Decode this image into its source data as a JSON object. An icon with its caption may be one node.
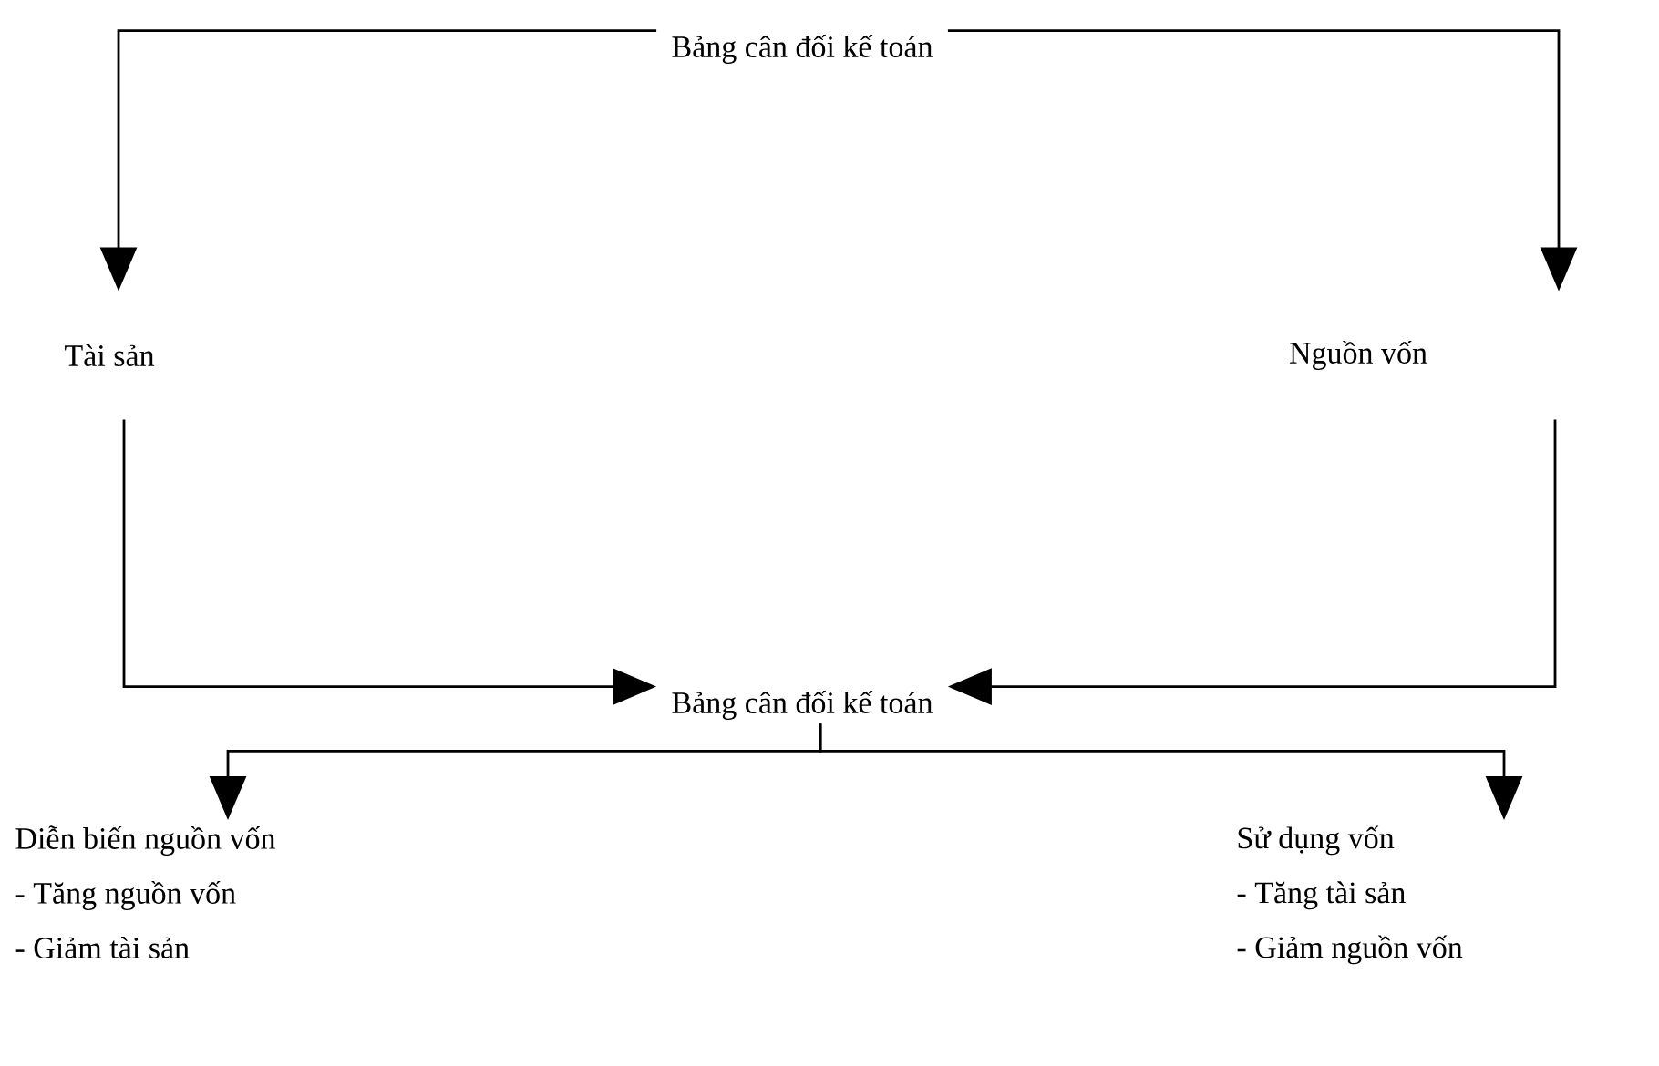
{
  "diagram": {
    "nodes": [
      {
        "text": [
          "Bảng cân đối kế toán"
        ]
      },
      {
        "text": [
          "Tài sản"
        ]
      },
      {
        "text": [
          "Nguồn vốn"
        ]
      },
      {
        "text": [
          "Bảng cân đối kế toán"
        ]
      },
      {
        "text": [
          "Diễn biến nguồn vốn",
          "- Tăng nguồn vốn",
          "- Giảm tài sản"
        ]
      },
      {
        "text": [
          "Sử dụng vốn",
          "- Tăng tài sản",
          "- Giảm nguồn vốn"
        ]
      }
    ],
    "edges": [
      {
        "from": 0,
        "to": 1,
        "arrow": "to"
      },
      {
        "from": 0,
        "to": 2,
        "arrow": "to"
      },
      {
        "from": 1,
        "to": 3,
        "arrow": "to"
      },
      {
        "from": 2,
        "to": 3,
        "arrow": "to"
      },
      {
        "from": 3,
        "to": 4,
        "arrow": "to"
      },
      {
        "from": 3,
        "to": 5,
        "arrow": "to"
      }
    ]
  }
}
